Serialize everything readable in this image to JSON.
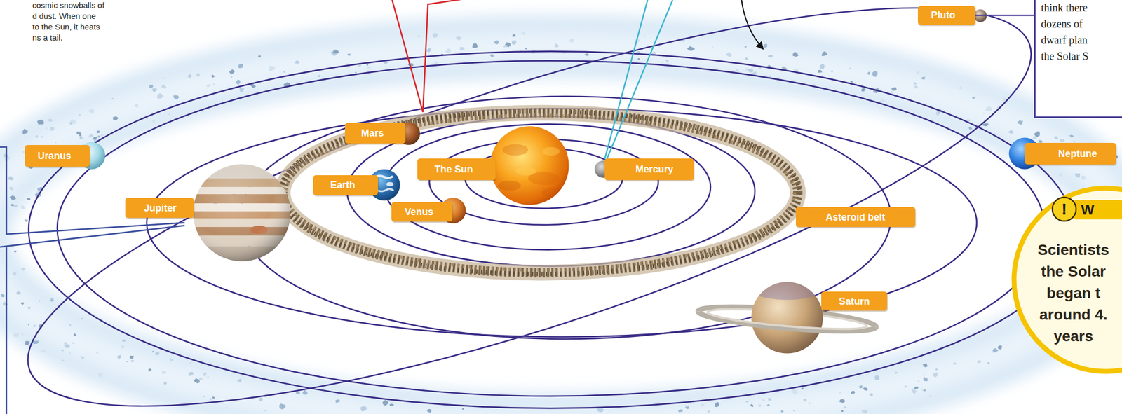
{
  "diagram": {
    "nodes": [
      {
        "text": [
          "Pluto"
        ]
      },
      {
        "text": [
          "think there dozens of dwarf plan the Solar S"
        ]
      },
      {
        "text": [
          "Mars"
        ]
      },
      {
        "text": [
          "Uranus"
        ]
      },
      {
        "text": [
          "Neptune"
        ]
      },
      {
        "text": [
          "The Sun"
        ]
      },
      {
        "text": [
          "Mercury"
        ]
      },
      {
        "text": [
          "Earth"
        ]
      },
      {
        "text": [
          "Jupiter"
        ]
      },
      {
        "text": [
          "Venus"
        ]
      },
      {
        "text": [
          "Asteroid belt"
        ]
      },
      {
        "text": [
          "W",
          "Scientists the Solar began t around 4. years"
        ]
      },
      {
        "text": [
          "Saturn"
        ]
      }
    ],
    "edges": [
      {
        "from": 0,
        "to": 1,
        "arrow": "none"
      }
    ],
    "labels": [
      "cosmic snowballs of d dust. When one to the Sun, it heats ns a tail.",
      "!"
    ]
  }
}
